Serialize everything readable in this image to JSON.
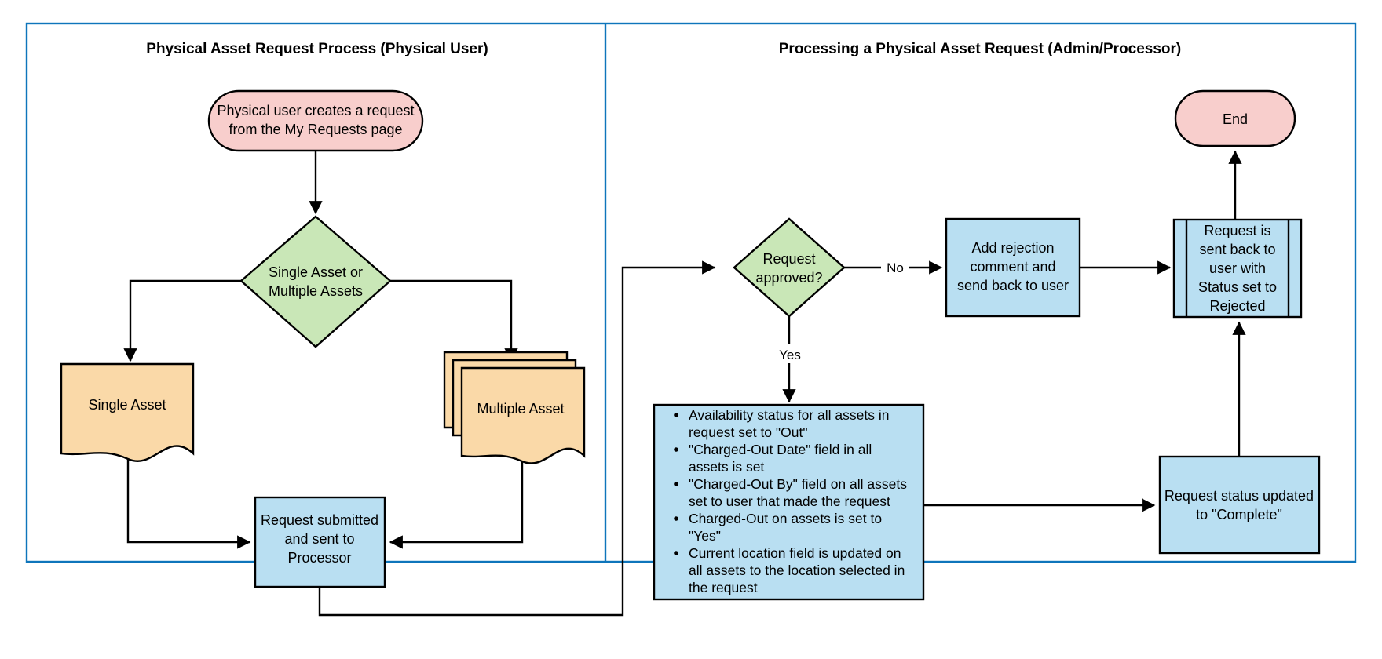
{
  "diagram": {
    "title_left": "Physical Asset Request Process (Physical User)",
    "title_right": "Processing a Physical Asset Request (Admin/Processor)",
    "frame_color": "#0e75bb",
    "colors": {
      "terminator_pink": "#f8cecc",
      "decision_green": "#c9e7b7",
      "document_orange": "#fad9a8",
      "process_blue": "#b9dff2",
      "stroke": "#000000"
    }
  },
  "left_panel": {
    "start": "Physical user creates a request from the My Requests page",
    "start_line1": "Physical user creates a request",
    "start_line2": "from the My Requests page",
    "decision": "Single Asset or Multiple Assets",
    "decision_line1": "Single Asset or",
    "decision_line2": "Multiple Assets",
    "single_asset": "Single Asset",
    "multiple_asset": "Multiple Asset",
    "submitted": "Request submitted and sent to Processor",
    "submitted_line1": "Request submitted",
    "submitted_line2": "and sent to",
    "submitted_line3": "Processor"
  },
  "right_panel": {
    "decision": "Request approved?",
    "decision_line1": "Request",
    "decision_line2": "approved?",
    "edge_no": "No",
    "edge_yes": "Yes",
    "rejection": "Add rejection comment and send back to user",
    "rejection_line1": "Add rejection",
    "rejection_line2": "comment and",
    "rejection_line3": "send back to user",
    "sent_back": "Request is sent back to user with Status set to Rejected",
    "sent_back_line1": "Request is",
    "sent_back_line2": "sent back to",
    "sent_back_line3": "user with",
    "sent_back_line4": "Status set to",
    "sent_back_line5": "Rejected",
    "end": "End",
    "complete": "Request status updated to \"Complete\"",
    "complete_line1": "Request status updated",
    "complete_line2": "to \"Complete\"",
    "bullets": [
      {
        "lines": [
          "Availability status for all assets in",
          "request set to \"Out\""
        ],
        "text": "Availability status for all assets in request set to \"Out\""
      },
      {
        "lines": [
          "\"Charged-Out Date\" field in all",
          "assets is set"
        ],
        "text": "\"Charged-Out Date\" field in all assets is set"
      },
      {
        "lines": [
          "\"Charged-Out By\" field on all assets",
          "set to user that made the request"
        ],
        "text": "\"Charged-Out By\" field on all assets set to user that made the request"
      },
      {
        "lines": [
          "Charged-Out on assets is set to",
          "\"Yes\""
        ],
        "text": "Charged-Out on assets is set to \"Yes\""
      },
      {
        "lines": [
          "Current location field is updated on",
          "all assets to the location selected in",
          "the request"
        ],
        "text": "Current location field is updated on all assets to the location selected in the request"
      }
    ]
  }
}
